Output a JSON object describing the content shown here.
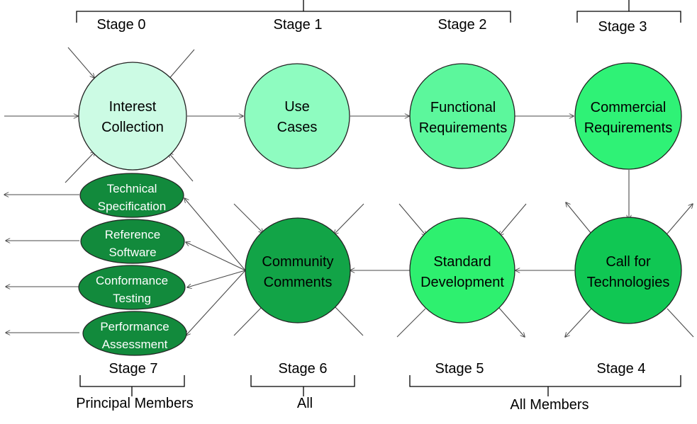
{
  "stages": {
    "s0": "Stage 0",
    "s1": "Stage 1",
    "s2": "Stage 2",
    "s3": "Stage 3",
    "s4": "Stage 4",
    "s5": "Stage 5",
    "s6": "Stage 6",
    "s7": "Stage 7"
  },
  "groups": {
    "principal": "Principal Members",
    "all": "All",
    "all_members": "All Members"
  },
  "nodes": {
    "interest": {
      "line1": "Interest",
      "line2": "Collection",
      "color": "#ccfbe4"
    },
    "use_cases": {
      "line1": "Use",
      "line2": "Cases",
      "color": "#8efcc0"
    },
    "functional": {
      "line1": "Functional",
      "line2": "Requirements",
      "color": "#5cf79c"
    },
    "commercial": {
      "line1": "Commercial",
      "line2": "Requirements",
      "color": "#2ff276"
    },
    "call": {
      "line1": "Call for",
      "line2": "Technologies",
      "color": "#10c753"
    },
    "standard": {
      "line1": "Standard",
      "line2": "Development",
      "color": "#2ef06f"
    },
    "community": {
      "line1": "Community",
      "line2": "Comments",
      "color": "#12a447"
    }
  },
  "deliverables": {
    "color": "#128a3c",
    "technical": {
      "line1": "Technical",
      "line2": "Specification"
    },
    "reference": {
      "line1": "Reference",
      "line2": "Software"
    },
    "conformance": {
      "line1": "Conformance",
      "line2": "Testing"
    },
    "performance": {
      "line1": "Performance",
      "line2": "Assessment"
    }
  }
}
